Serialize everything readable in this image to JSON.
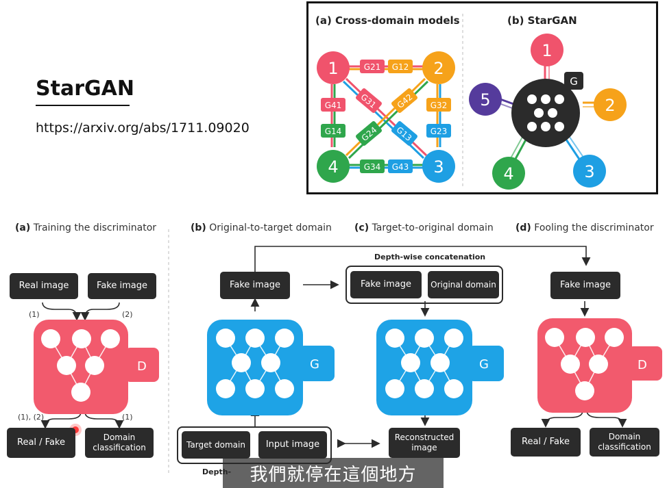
{
  "title": "StarGAN",
  "url": "https://arxiv.org/abs/1711.09020",
  "top_figure": {
    "panel_a_title": "(a) Cross-domain models",
    "panel_b_title": "(b) StarGAN",
    "nodes": [
      "1",
      "2",
      "3",
      "4",
      "5"
    ],
    "generators": [
      "G21",
      "G12",
      "G41",
      "G14",
      "G31",
      "G42",
      "G24",
      "G13",
      "G32",
      "G23",
      "G34",
      "G43"
    ],
    "g_label": "G"
  },
  "bottom_figure": {
    "a": {
      "label": "(a)",
      "title": "Training the discriminator",
      "real_image": "Real image",
      "fake_image": "Fake image",
      "step1": "(1)",
      "step2": "(2)",
      "step12": "(1), (2)",
      "step1b": "(1)",
      "d_label": "D",
      "real_fake": "Real / Fake",
      "domain_class": "Domain classification"
    },
    "b": {
      "label": "(b)",
      "title": "Original-to-target domain",
      "fake_image": "Fake image",
      "g_label": "G",
      "target_domain": "Target domain",
      "input_image": "Input image",
      "depth_partial": "Depth-"
    },
    "c": {
      "label": "(c)",
      "title": "Target-to-original domain",
      "concat_label": "Depth-wise concatenation",
      "fake_image": "Fake image",
      "original_domain": "Original domain",
      "g_label": "G",
      "reconstructed": "Reconstructed image"
    },
    "d": {
      "label": "(d)",
      "title": "Fooling the discriminator",
      "fake_image": "Fake image",
      "d_label": "D",
      "real_fake": "Real / Fake",
      "domain_class": "Domain classification"
    }
  },
  "subtitle": "我們就停在這個地方",
  "colors": {
    "red": "#f0536c",
    "orange": "#f6a21a",
    "blue": "#1e9fe3",
    "green": "#2fa64c",
    "purple": "#553b9c",
    "dark": "#2b2b2b",
    "nn_blue": "#1ea3e6",
    "nn_red": "#f25a6d"
  }
}
